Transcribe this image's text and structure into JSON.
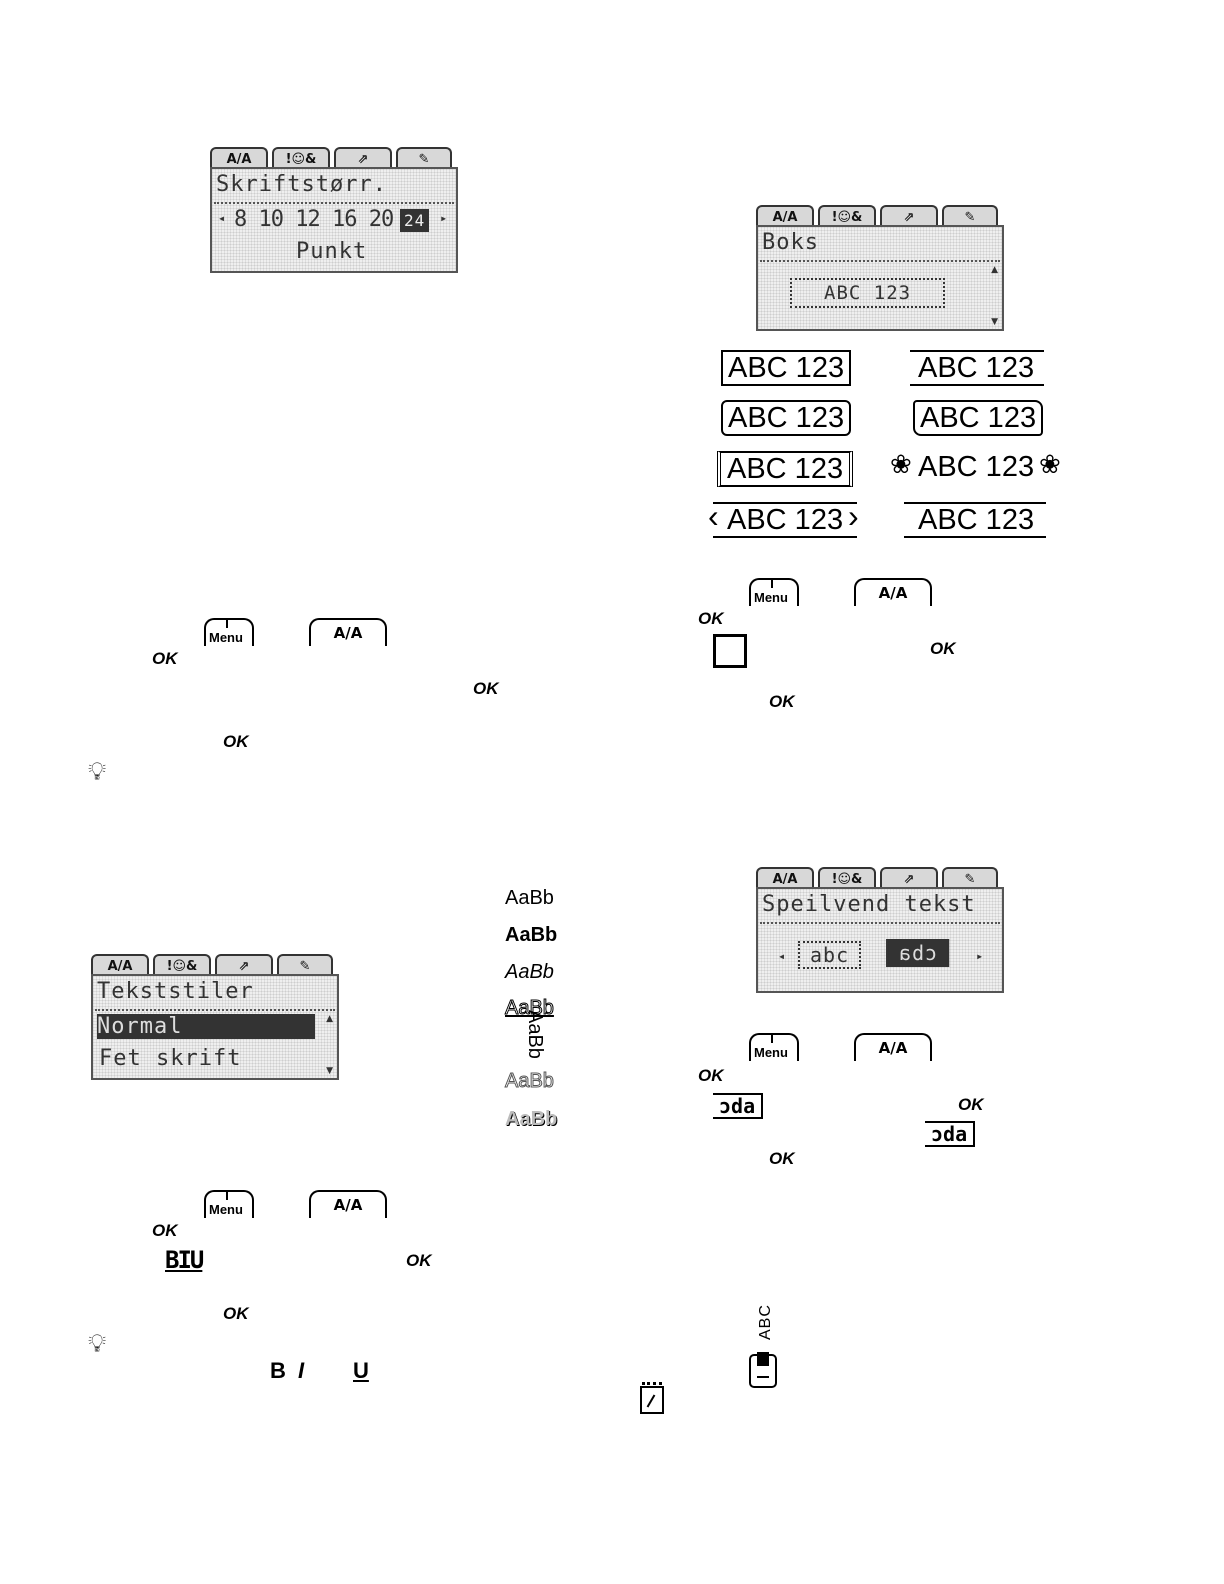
{
  "screen1": {
    "tabs": [
      "A/A",
      "!☺&",
      "⇗",
      "✎"
    ],
    "title": "Skriftstørr.",
    "sizes": "8 10 12 16 20",
    "selected_size": "24",
    "unit": "Punkt"
  },
  "screen2": {
    "tabs": [
      "A/A",
      "!☺&",
      "⇗",
      "✎"
    ],
    "title": "Boks",
    "preview": "ABC 123"
  },
  "box_samples": [
    "ABC 123",
    "ABC 123",
    "ABC 123",
    "ABC 123",
    "ABC 123",
    "ABC 123",
    "ABC 123",
    "ABC 123"
  ],
  "screen3": {
    "tabs": [
      "A/A",
      "!☺&",
      "⇗",
      "✎"
    ],
    "title": "Tekststiler",
    "selected_item": "Normal",
    "next_item": "Fet skrift"
  },
  "style_samples": [
    "AaBb",
    "AaBb",
    "AaBb",
    "AaBb",
    "AaBb",
    "AaBb",
    "AaBb"
  ],
  "vertical_sample": "AaBb",
  "vertical_sample2": "ABC",
  "screen4": {
    "tabs": [
      "A/A",
      "!☺&",
      "⇗",
      "✎"
    ],
    "title": "Speilvend tekst",
    "option1": "abc",
    "option2": "cba"
  },
  "ok_label": "OK",
  "menu_label": "Menu",
  "format_key_label": "A/A",
  "biu_icon": "BIU",
  "mirror_icon": "ɔda",
  "tip_letters": {
    "b": "B",
    "i": "I",
    "u": "U"
  }
}
